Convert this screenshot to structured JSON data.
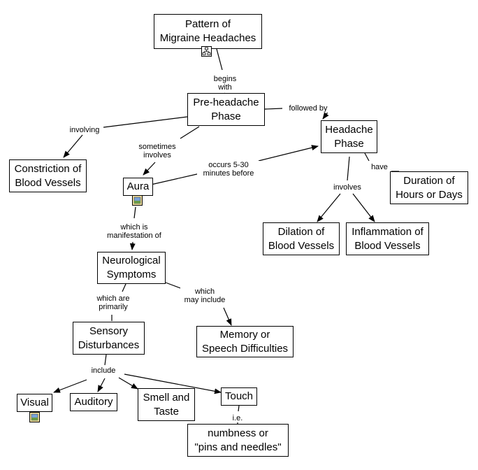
{
  "nodes": {
    "pattern": "Pattern of\nMigraine Headaches",
    "preheadache": "Pre-headache\nPhase",
    "headache": "Headache\nPhase",
    "constriction": "Constriction of\nBlood Vessels",
    "aura": "Aura",
    "duration": "Duration of\nHours or Days",
    "dilation": "Dilation of\nBlood Vessels",
    "inflammation": "Inflammation of\nBlood Vessels",
    "neuro": "Neurological\nSymptoms",
    "sensory": "Sensory\nDisturbances",
    "memory": "Memory or\nSpeech Difficulties",
    "visual": "Visual",
    "auditory": "Auditory",
    "smell": "Smell and\nTaste",
    "touch": "Touch",
    "numbness": "numbness or\n\"pins and needles\""
  },
  "links": {
    "begins_with": "begins\nwith",
    "followed_by": "followed by",
    "involving": "involving",
    "sometimes_involves": "sometimes\ninvolves",
    "occurs": "occurs 5-30\nminutes before",
    "have": "have",
    "involves": "involves",
    "manifestation": "which is\nmanifestation of",
    "primarily": "which are\nprimarily",
    "may_include": "which\nmay include",
    "include": "include",
    "ie": "i.e."
  },
  "icons": {
    "pattern_resource": "concept-map-icon",
    "aura_resource": "image-resource-icon",
    "visual_resource": "image-resource-icon"
  }
}
